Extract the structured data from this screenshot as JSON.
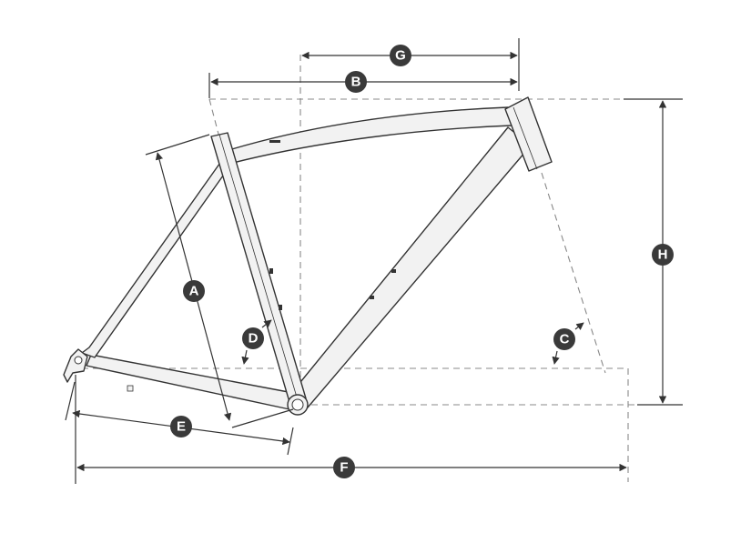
{
  "diagram": {
    "labels": {
      "A": "A",
      "B": "B",
      "C": "C",
      "D": "D",
      "E": "E",
      "F": "F",
      "G": "G",
      "H": "H"
    },
    "colors": {
      "frame_fill": "#f2f2f2",
      "frame_stroke": "#333333",
      "dashed_lines": "#888888",
      "badge_fill": "#3a3a3a",
      "badge_text": "#ffffff"
    }
  }
}
